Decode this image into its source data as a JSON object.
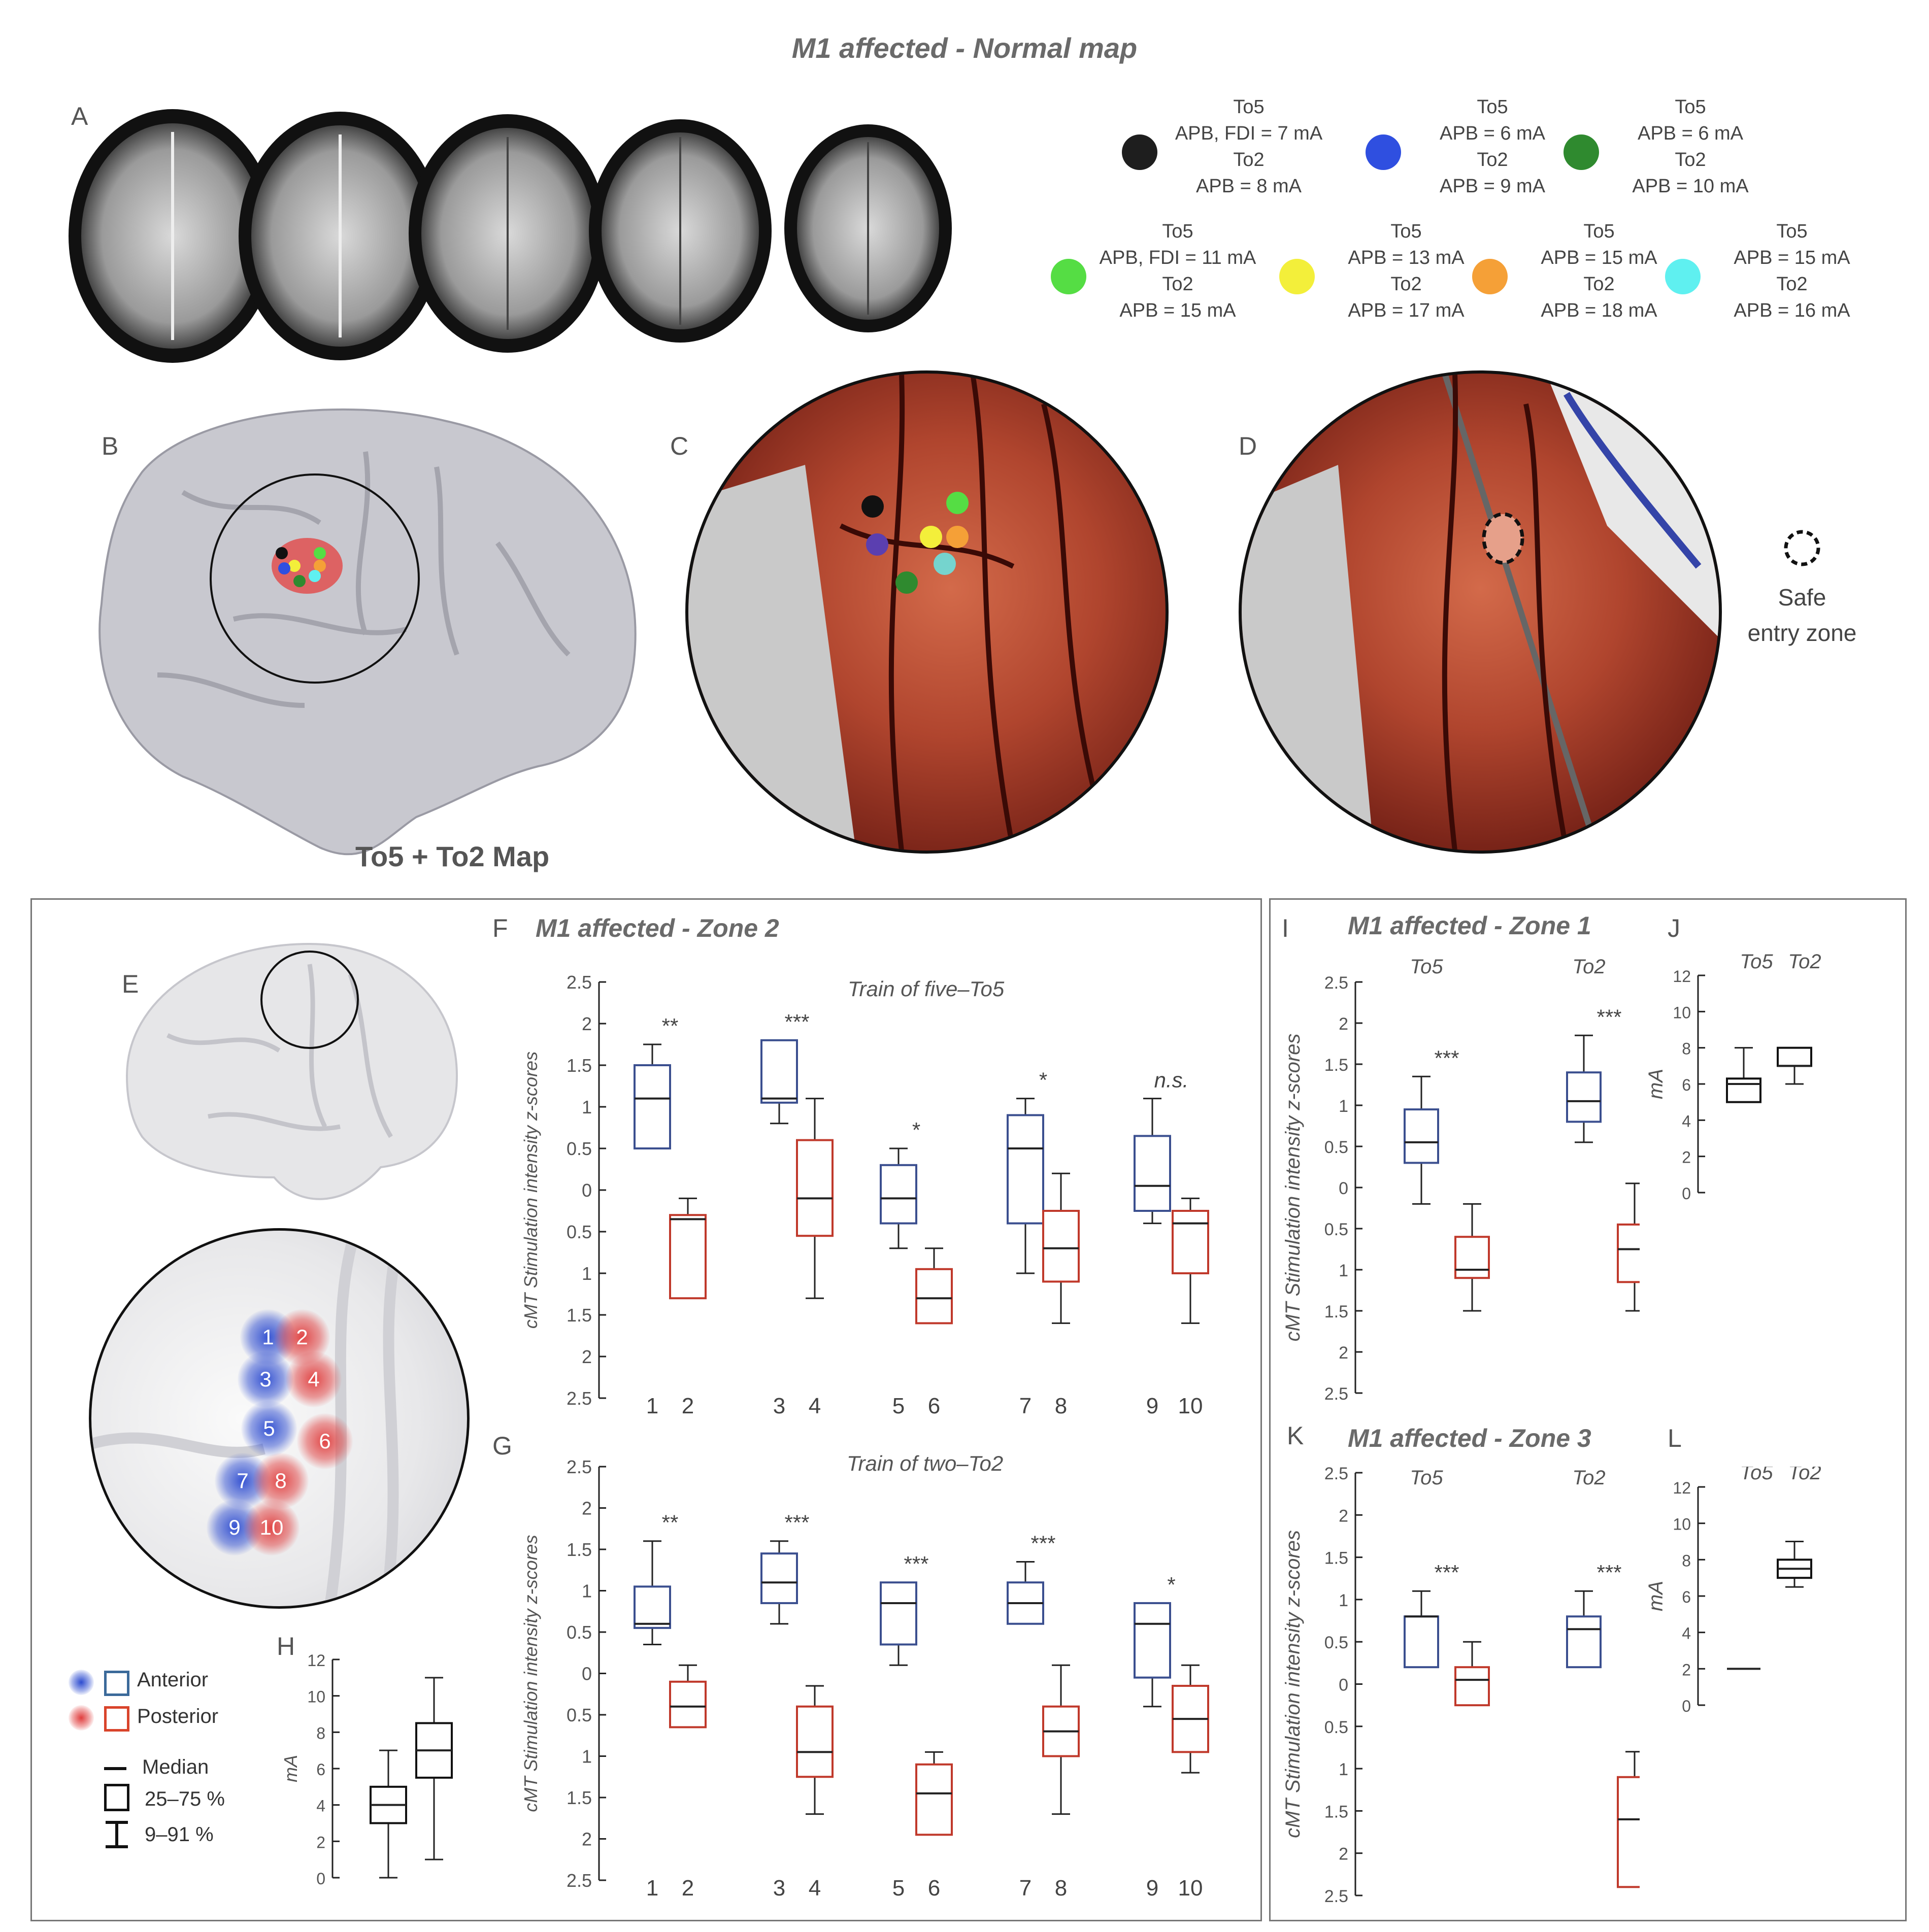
{
  "header": {
    "title": "M1 affected - Normal map"
  },
  "panels": {
    "A": "A",
    "B": "B",
    "C": "C",
    "D": "D",
    "E": "E",
    "F": "F",
    "G": "G",
    "H": "H",
    "I": "I",
    "J": "J",
    "K": "K",
    "L": "L"
  },
  "legend_top": [
    {
      "color": "#1e1e1e",
      "l1": "To5",
      "l2": "APB, FDI = 7 mA",
      "l3": "To2",
      "l4": "APB = 8 mA"
    },
    {
      "color": "#2f4fe0",
      "l1": "To5",
      "l2": "APB = 6 mA",
      "l3": "To2",
      "l4": "APB = 9 mA"
    },
    {
      "color": "#2f8a2f",
      "l1": "To5",
      "l2": "APB = 6 mA",
      "l3": "To2",
      "l4": "APB = 10 mA"
    },
    {
      "color": "#55dd44",
      "l1": "To5",
      "l2": "APB, FDI = 11 mA",
      "l3": "To2",
      "l4": "APB = 15 mA"
    },
    {
      "color": "#f3ef3a",
      "l1": "To5",
      "l2": "APB = 13 mA",
      "l3": "To2",
      "l4": "APB = 17 mA"
    },
    {
      "color": "#f5a037",
      "l1": "To5",
      "l2": "APB = 15 mA",
      "l3": "To2",
      "l4": "APB = 18 mA"
    },
    {
      "color": "#5ff0f0",
      "l1": "To5",
      "l2": "APB = 15 mA",
      "l3": "To2",
      "l4": "APB = 16 mA"
    }
  ],
  "map_label": "To5 + To2 Map",
  "safe_zone": {
    "l1": "Safe",
    "l2": "entry zone"
  },
  "legend_bottom": {
    "anterior": "Anterior",
    "posterior": "Posterior",
    "median": "Median",
    "iqr": "25–75 %",
    "whisker": "9–91 %"
  },
  "colors": {
    "anterior": "#3b4f8f",
    "posterior": "#c0392b"
  },
  "zone_labels": [
    "1",
    "2",
    "3",
    "4",
    "5",
    "6",
    "7",
    "8",
    "9",
    "10"
  ],
  "chart_data": [
    {
      "id": "F",
      "type": "box",
      "title": "M1 affected - Zone 2",
      "subtitle": "Train of five–To5",
      "ylabel": "cMT Stimulation intensity z-scores",
      "yticks": [
        "2.5",
        "2",
        "1.5",
        "1",
        "0.5",
        "0",
        "0.5",
        "1",
        "1.5",
        "2",
        "2.5"
      ],
      "ylim": [
        -2.5,
        2.5
      ],
      "categories": [
        "1",
        "2",
        "3",
        "4",
        "5",
        "6",
        "7",
        "8",
        "9",
        "10"
      ],
      "boxes": [
        {
          "group": "anterior",
          "wlo": 0.5,
          "q1": 0.5,
          "med": 1.1,
          "q3": 1.5,
          "whi": 1.75
        },
        {
          "group": "posterior",
          "wlo": -1.3,
          "q1": -1.3,
          "med": -0.35,
          "q3": -0.3,
          "whi": -0.1
        },
        {
          "group": "anterior",
          "wlo": 0.8,
          "q1": 1.05,
          "med": 1.1,
          "q3": 1.8,
          "whi": 1.8
        },
        {
          "group": "posterior",
          "wlo": -1.3,
          "q1": -0.55,
          "med": -0.1,
          "q3": 0.6,
          "whi": 1.1
        },
        {
          "group": "anterior",
          "wlo": -0.7,
          "q1": -0.4,
          "med": -0.1,
          "q3": 0.3,
          "whi": 0.5
        },
        {
          "group": "posterior",
          "wlo": -1.6,
          "q1": -1.6,
          "med": -1.3,
          "q3": -0.95,
          "whi": -0.7
        },
        {
          "group": "anterior",
          "wlo": -1.0,
          "q1": -0.4,
          "med": 0.5,
          "q3": 0.9,
          "whi": 1.1
        },
        {
          "group": "posterior",
          "wlo": -1.6,
          "q1": -1.1,
          "med": -0.7,
          "q3": -0.25,
          "whi": 0.2
        },
        {
          "group": "anterior",
          "wlo": -0.4,
          "q1": -0.25,
          "med": 0.05,
          "q3": 0.65,
          "whi": 1.1
        },
        {
          "group": "posterior",
          "wlo": -1.6,
          "q1": -1.0,
          "med": -0.4,
          "q3": -0.25,
          "whi": -0.1
        }
      ],
      "annotations": [
        {
          "pair": 0,
          "text": "**"
        },
        {
          "pair": 1,
          "text": "***"
        },
        {
          "pair": 2,
          "text": "*"
        },
        {
          "pair": 3,
          "text": "*"
        },
        {
          "pair": 4,
          "text": "n.s."
        }
      ]
    },
    {
      "id": "G",
      "type": "box",
      "subtitle": "Train of two–To2",
      "ylabel": "cMT Stimulation intensity z-scores",
      "yticks": [
        "2.5",
        "2",
        "1.5",
        "1",
        "0.5",
        "0",
        "0.5",
        "1",
        "1.5",
        "2",
        "2.5"
      ],
      "ylim": [
        -2.5,
        2.5
      ],
      "categories": [
        "1",
        "2",
        "3",
        "4",
        "5",
        "6",
        "7",
        "8",
        "9",
        "10"
      ],
      "boxes": [
        {
          "group": "anterior",
          "wlo": 0.35,
          "q1": 0.55,
          "med": 0.6,
          "q3": 1.05,
          "whi": 1.6
        },
        {
          "group": "posterior",
          "wlo": -0.65,
          "q1": -0.65,
          "med": -0.4,
          "q3": -0.1,
          "whi": 0.1
        },
        {
          "group": "anterior",
          "wlo": 0.6,
          "q1": 0.85,
          "med": 1.1,
          "q3": 1.45,
          "whi": 1.6
        },
        {
          "group": "posterior",
          "wlo": -1.7,
          "q1": -1.25,
          "med": -0.95,
          "q3": -0.4,
          "whi": -0.15
        },
        {
          "group": "anterior",
          "wlo": 0.1,
          "q1": 0.35,
          "med": 0.85,
          "q3": 1.1,
          "whi": 1.1
        },
        {
          "group": "posterior",
          "wlo": -1.95,
          "q1": -1.95,
          "med": -1.45,
          "q3": -1.1,
          "whi": -0.95
        },
        {
          "group": "anterior",
          "wlo": 0.6,
          "q1": 0.6,
          "med": 0.85,
          "q3": 1.1,
          "whi": 1.35
        },
        {
          "group": "posterior",
          "wlo": -1.7,
          "q1": -1.0,
          "med": -0.7,
          "q3": -0.4,
          "whi": 0.1
        },
        {
          "group": "anterior",
          "wlo": -0.4,
          "q1": -0.05,
          "med": 0.6,
          "q3": 0.85,
          "whi": 0.85
        },
        {
          "group": "posterior",
          "wlo": -1.2,
          "q1": -0.95,
          "med": -0.55,
          "q3": -0.15,
          "whi": 0.1
        }
      ],
      "annotations": [
        {
          "pair": 0,
          "text": "**"
        },
        {
          "pair": 1,
          "text": "***"
        },
        {
          "pair": 2,
          "text": "***"
        },
        {
          "pair": 3,
          "text": "***"
        },
        {
          "pair": 4,
          "text": "*"
        }
      ]
    },
    {
      "id": "H",
      "type": "box",
      "ylabel": "mA",
      "yticks": [
        "12",
        "10",
        "8",
        "6",
        "4",
        "2",
        "0"
      ],
      "ylim": [
        0,
        12
      ],
      "boxes": [
        {
          "group": "black",
          "wlo": 0,
          "q1": 3,
          "med": 4,
          "q3": 5,
          "whi": 7
        },
        {
          "group": "black",
          "wlo": 1,
          "q1": 5.5,
          "med": 7,
          "q3": 8.5,
          "whi": 11
        }
      ]
    },
    {
      "id": "I",
      "type": "box",
      "title": "M1 affected - Zone 1",
      "ylabel": "cMT Stimulation intensity z-scores",
      "yticks": [
        "2.5",
        "2",
        "1.5",
        "1",
        "0.5",
        "0",
        "0.5",
        "1",
        "1.5",
        "2",
        "2.5"
      ],
      "ylim": [
        -2.5,
        2.5
      ],
      "group_labels": [
        "To5",
        "To2"
      ],
      "boxes": [
        {
          "group": "anterior",
          "wlo": -0.2,
          "q1": 0.3,
          "med": 0.55,
          "q3": 0.95,
          "whi": 1.35
        },
        {
          "group": "posterior",
          "wlo": -1.5,
          "q1": -1.1,
          "med": -1.0,
          "q3": -0.6,
          "whi": -0.2
        },
        {
          "group": "anterior",
          "wlo": 0.55,
          "q1": 0.8,
          "med": 1.05,
          "q3": 1.4,
          "whi": 1.85
        },
        {
          "group": "posterior",
          "wlo": -1.5,
          "q1": -1.15,
          "med": -0.75,
          "q3": -0.45,
          "whi": 0.05
        }
      ],
      "annotations": [
        {
          "pair": 0,
          "text": "***"
        },
        {
          "pair": 1,
          "text": "***"
        }
      ]
    },
    {
      "id": "J",
      "type": "box",
      "ylabel": "mA",
      "yticks": [
        "12",
        "10",
        "8",
        "6",
        "4",
        "2",
        "0"
      ],
      "ylim": [
        0,
        12
      ],
      "group_labels": [
        "To5",
        "To2"
      ],
      "boxes": [
        {
          "group": "black",
          "wlo": 5,
          "q1": 5,
          "med": 6,
          "q3": 6.3,
          "whi": 8
        },
        {
          "group": "black",
          "wlo": 6,
          "q1": 7,
          "med": 7,
          "q3": 8,
          "whi": 8
        }
      ]
    },
    {
      "id": "K",
      "type": "box",
      "title": "M1 affected - Zone 3",
      "ylabel": "cMT Stimulation intensity z-scores",
      "yticks": [
        "2.5",
        "2",
        "1.5",
        "1",
        "0.5",
        "0",
        "0.5",
        "1",
        "1.5",
        "2",
        "2.5"
      ],
      "ylim": [
        -2.5,
        2.5
      ],
      "group_labels": [
        "To5",
        "To2"
      ],
      "boxes": [
        {
          "group": "anterior",
          "wlo": 0.2,
          "q1": 0.2,
          "med": 0.8,
          "q3": 0.8,
          "whi": 1.1
        },
        {
          "group": "posterior",
          "wlo": -0.25,
          "q1": -0.25,
          "med": 0.05,
          "q3": 0.2,
          "whi": 0.5
        },
        {
          "group": "anterior",
          "wlo": 0.2,
          "q1": 0.2,
          "med": 0.65,
          "q3": 0.8,
          "whi": 1.1
        },
        {
          "group": "posterior",
          "wlo": -2.4,
          "q1": -2.4,
          "med": -1.6,
          "q3": -1.1,
          "whi": -0.8
        }
      ],
      "annotations": [
        {
          "pair": 0,
          "text": "***"
        },
        {
          "pair": 1,
          "text": "***"
        }
      ]
    },
    {
      "id": "L",
      "type": "box",
      "ylabel": "mA",
      "yticks": [
        "12",
        "10",
        "8",
        "6",
        "4",
        "2",
        "0"
      ],
      "ylim": [
        0,
        12
      ],
      "group_labels": [
        "To5",
        "To2"
      ],
      "boxes": [
        {
          "group": "black",
          "wlo": 2,
          "q1": 2,
          "med": 2,
          "q3": 2,
          "whi": 2
        },
        {
          "group": "black",
          "wlo": 6.5,
          "q1": 7,
          "med": 7.5,
          "q3": 8,
          "whi": 9
        }
      ]
    }
  ]
}
